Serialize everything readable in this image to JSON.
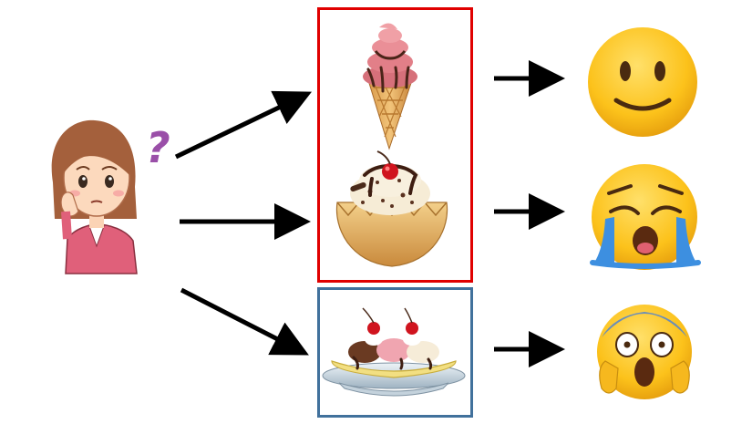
{
  "figure": {
    "question_mark": "?"
  },
  "nodes": {
    "person": {
      "icon": "confused-woman-icon"
    },
    "options": [
      {
        "id": "cone",
        "icon": "ice-cream-cone-icon"
      },
      {
        "id": "sundae",
        "icon": "ice-cream-sundae-bowl-icon"
      },
      {
        "id": "banana_split",
        "icon": "banana-split-icon"
      }
    ],
    "outcomes": [
      {
        "for": "cone",
        "icon": "slightly-smiling-face-icon"
      },
      {
        "for": "sundae",
        "icon": "loudly-crying-face-icon"
      },
      {
        "for": "banana_split",
        "icon": "face-screaming-in-fear-icon"
      }
    ]
  },
  "groups": [
    {
      "members": [
        "cone",
        "sundae"
      ],
      "border_color": "#e00000"
    },
    {
      "members": [
        "banana_split"
      ],
      "border_color": "#41719c"
    }
  ],
  "colors": {
    "arrow": "#000000",
    "emoji_yellow": "#fcc21b",
    "tears": "#3d8fe0"
  }
}
